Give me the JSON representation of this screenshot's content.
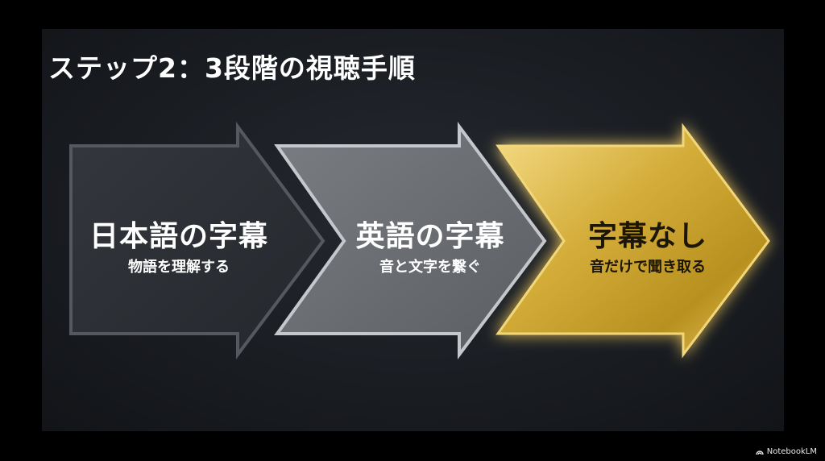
{
  "slide": {
    "title": "ステップ2：3段階の視聴手順"
  },
  "steps": [
    {
      "title": "日本語の字幕",
      "subtitle": "物語を理解する"
    },
    {
      "title": "英語の字幕",
      "subtitle": "音と文字を繋ぐ"
    },
    {
      "title": "字幕なし",
      "subtitle": "音だけで聞き取る"
    }
  ],
  "watermark": {
    "text": "NotebookLM",
    "icon": "notebooklm-logo-icon"
  },
  "colors": {
    "background": "#000000",
    "slide_bg": "#1a1d22",
    "arrow1_fill": "#2a2d33",
    "arrow2_fill": "#6a6d72",
    "arrow3_fill": "#c9a227",
    "accent_gold": "#e8c65a"
  }
}
